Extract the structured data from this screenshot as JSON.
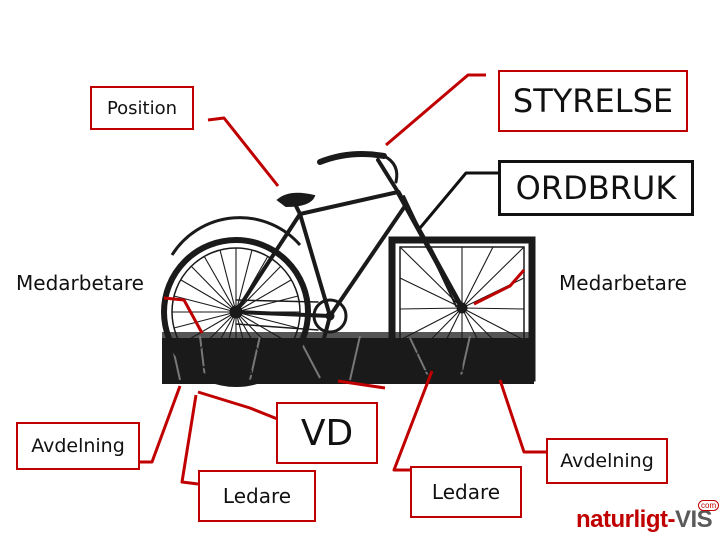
{
  "labels": {
    "styrelse": "STYRELSE",
    "position": "Position",
    "ordbruk": "ORDBRUK",
    "medarbetare_left": "Medarbetare",
    "medarbetare_right": "Medarbetare",
    "vd": "VD",
    "avdelning_left": "Avdelning",
    "avdelning_right": "Avdelning",
    "ledare_left": "Ledare",
    "ledare_right": "Ledare"
  },
  "logo": {
    "main": "naturligt-",
    "accent": "VIS",
    "suffix": "com"
  },
  "colors": {
    "accent": "#c00000",
    "ink": "#111111",
    "logo_gray": "#5a5a5a"
  }
}
